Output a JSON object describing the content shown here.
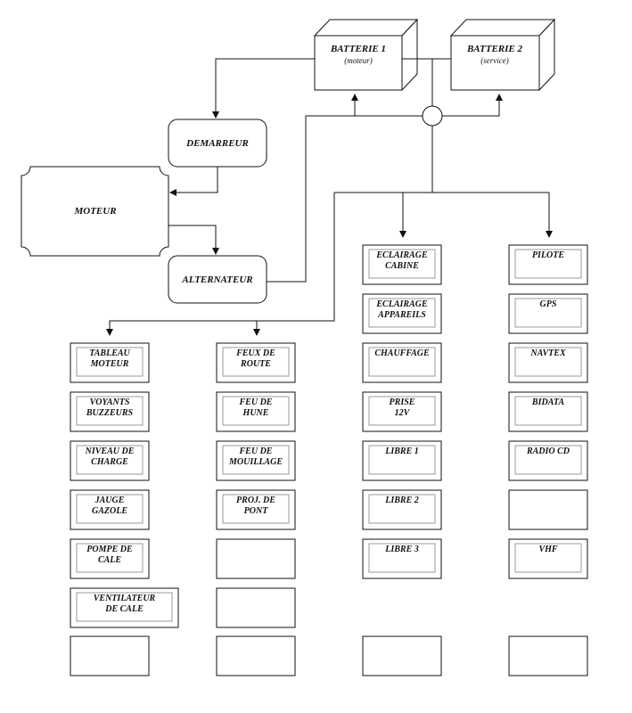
{
  "batteries": {
    "b1": {
      "label": "BATTERIE 1",
      "sub": "(moteur)"
    },
    "b2": {
      "label": "BATTERIE 2",
      "sub": "(service)"
    }
  },
  "components": {
    "demarreur": "DEMARREUR",
    "moteur": "MOTEUR",
    "alternateur": "ALTERNATEUR"
  },
  "panels": {
    "col1": [
      [
        "TABLEAU",
        "MOTEUR"
      ],
      [
        "VOYANTS",
        "BUZZEURS"
      ],
      [
        "NIVEAU DE",
        "CHARGE"
      ],
      [
        "JAUGE",
        "GAZOLE"
      ],
      [
        "POMPE DE",
        "CALE"
      ],
      [
        "VENTILATEUR",
        "DE CALE"
      ],
      []
    ],
    "col2": [
      [
        "FEUX DE",
        "ROUTE"
      ],
      [
        "FEU DE",
        "HUNE"
      ],
      [
        "FEU DE",
        "MOUILLAGE"
      ],
      [
        "PROJ. DE",
        "PONT"
      ],
      [],
      [],
      []
    ],
    "col3": [
      [
        "ECLAIRAGE",
        "CABINE"
      ],
      [
        "ECLAIRAGE",
        "APPAREILS"
      ],
      [
        "CHAUFFAGE"
      ],
      [
        "PRISE",
        "12V"
      ],
      [
        "LIBRE 1"
      ],
      [
        "LIBRE 2"
      ],
      [
        "LIBRE 3"
      ],
      []
    ],
    "col4": [
      [
        "PILOTE"
      ],
      [
        "GPS"
      ],
      [
        "NAVTEX"
      ],
      [
        "BIDATA"
      ],
      [
        "RADIO CD"
      ],
      [],
      [
        "VHF"
      ],
      []
    ]
  }
}
